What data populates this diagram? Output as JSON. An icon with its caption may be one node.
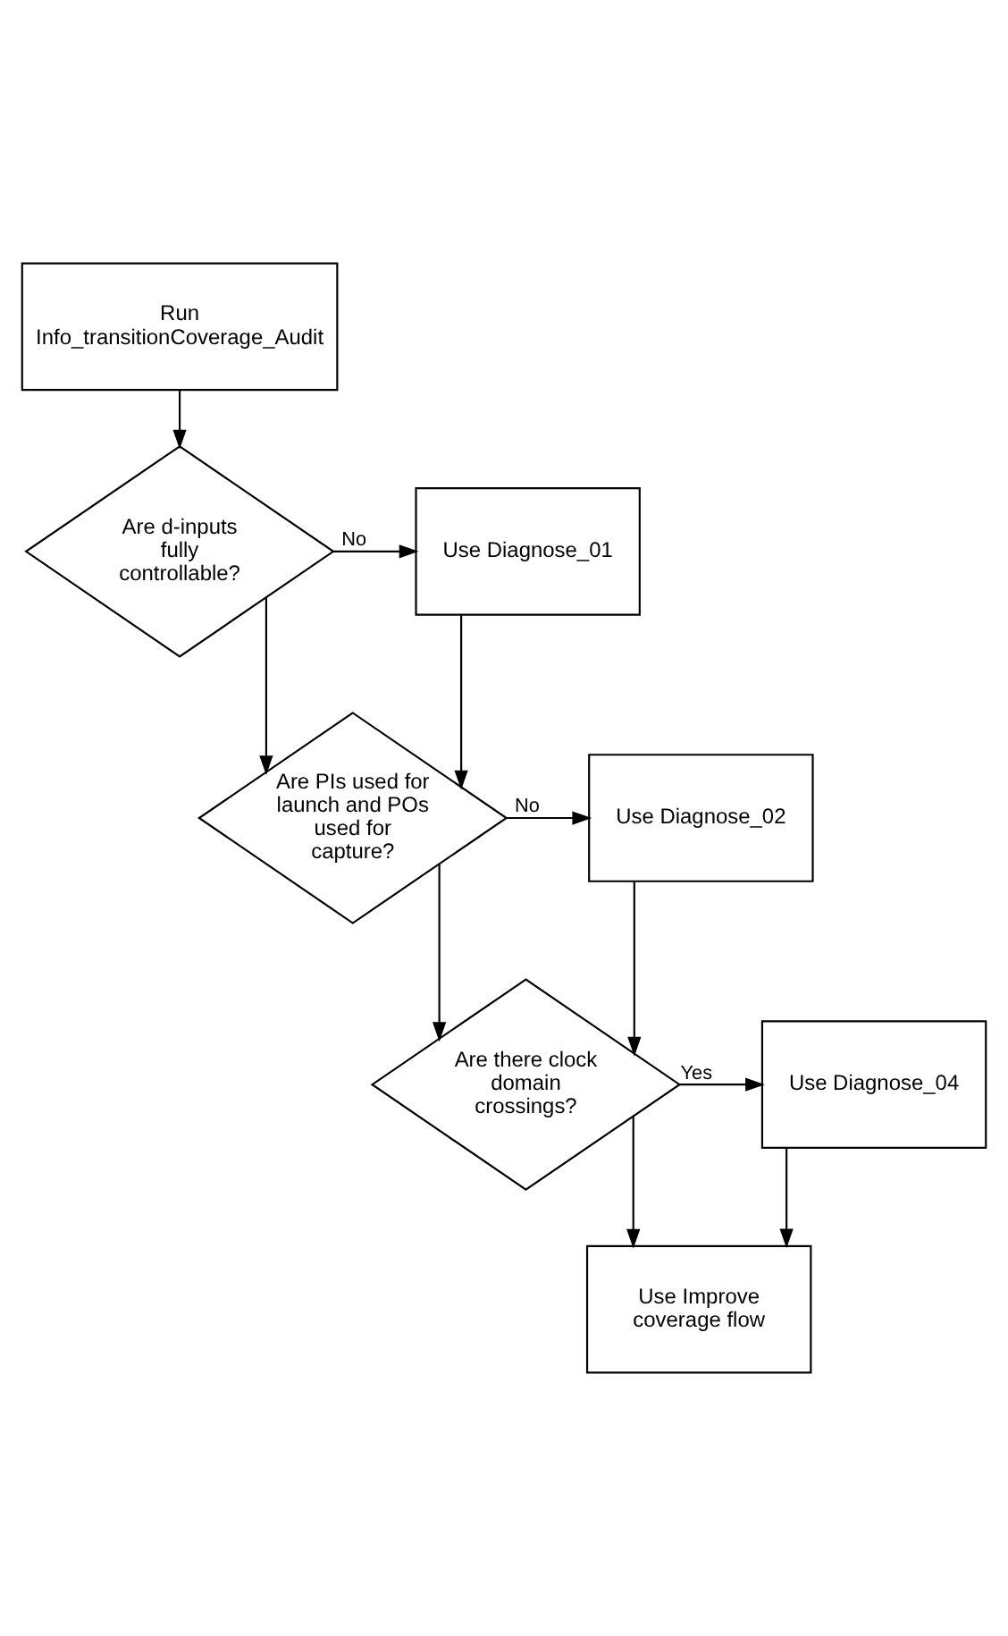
{
  "diagram": {
    "nodes": [
      {
        "text": [
          "Run Info_transitionCoverage_Audit"
        ]
      },
      {
        "text": [
          "Are d-inputs fully controllable?"
        ]
      },
      {
        "text": [
          "Use Diagnose_01"
        ]
      },
      {
        "text": [
          "Are PIs used for launch and POs used for capture?"
        ]
      },
      {
        "text": [
          "Use Diagnose_02"
        ]
      },
      {
        "text": [
          "Are there clock domain crossings?"
        ]
      },
      {
        "text": [
          "Use Diagnose_04"
        ]
      },
      {
        "text": [
          "Use Improve coverage flow"
        ]
      }
    ],
    "edges": [
      {
        "from": 0,
        "to": 1,
        "arrow": "to"
      },
      {
        "from": 1,
        "to": 2,
        "arrow": "to",
        "label": "No"
      },
      {
        "from": 1,
        "to": 3,
        "arrow": "to"
      },
      {
        "from": 2,
        "to": 3,
        "arrow": "to"
      },
      {
        "from": 3,
        "to": 4,
        "arrow": "to",
        "label": "No"
      },
      {
        "from": 3,
        "to": 5,
        "arrow": "to"
      },
      {
        "from": 4,
        "to": 5,
        "arrow": "to"
      },
      {
        "from": 5,
        "to": 6,
        "arrow": "to",
        "label": "Yes"
      },
      {
        "from": 5,
        "to": 7,
        "arrow": "to"
      },
      {
        "from": 6,
        "to": 7,
        "arrow": "to"
      }
    ]
  }
}
